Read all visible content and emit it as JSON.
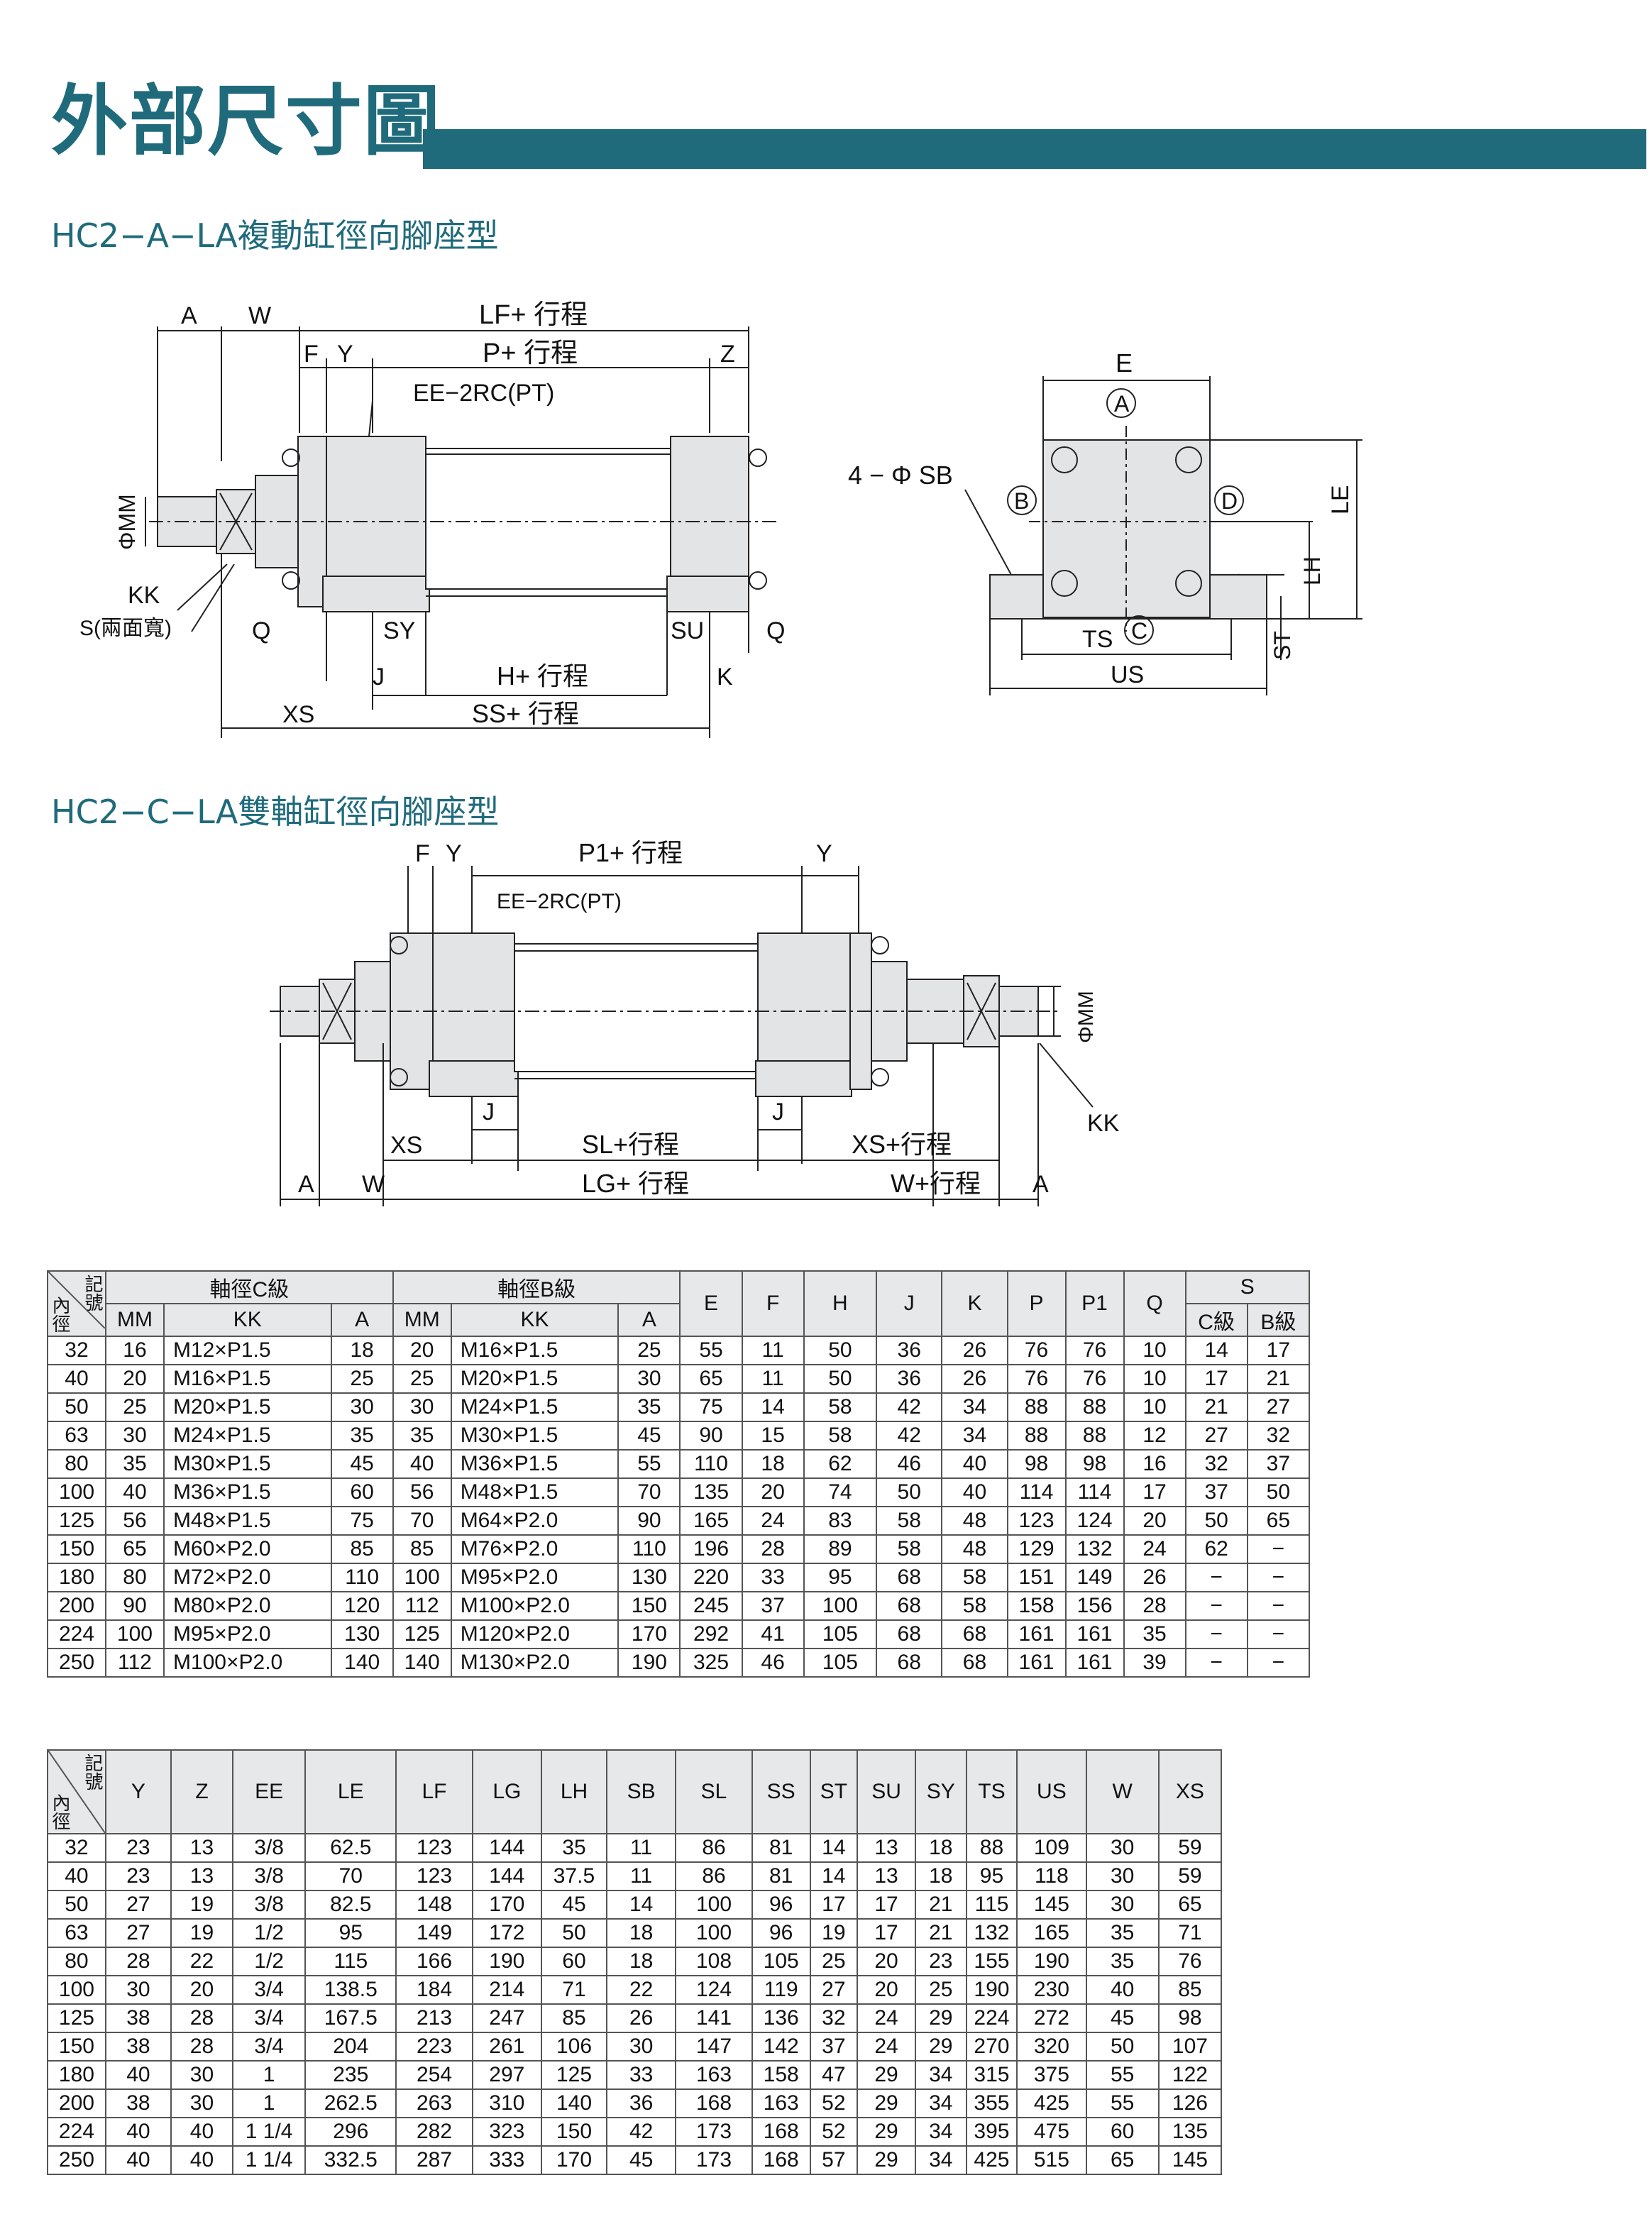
{
  "page_title": "外部尺寸圖",
  "section1_title": "HC2−A−LA複動缸徑向腳座型",
  "section2_title": "HC2−C−LA雙軸缸徑向腳座型",
  "diagram1": {
    "labels": {
      "A": "A",
      "W": "W",
      "LF": "LF+ 行程",
      "F": "F",
      "Y": "Y",
      "P": "P+ 行程",
      "Z": "Z",
      "EE": "EE−2RC(PT)",
      "MM": "ΦMM",
      "KK": "KK",
      "S": "S(兩面寬)",
      "Q1": "Q",
      "SY": "SY",
      "SU": "SU",
      "Q2": "Q",
      "J": "J",
      "H": "H+ 行程",
      "K": "K",
      "XS": "XS",
      "SS": "SS+ 行程"
    }
  },
  "diagram2": {
    "labels": {
      "E": "E",
      "cA": "A",
      "cB": "B",
      "cC": "C",
      "cD": "D",
      "SB": "4 − Φ SB",
      "LE": "LE",
      "LH": "LH",
      "ST": "ST",
      "TS": "TS",
      "US": "US"
    }
  },
  "diagram3": {
    "labels": {
      "F": "F",
      "Y1": "Y",
      "P1": "P1+ 行程",
      "Y2": "Y",
      "EE": "EE−2RC(PT)",
      "MM": "ΦMM",
      "KK": "KK",
      "J1": "J",
      "J2": "J",
      "XS1": "XS",
      "SL": "SL+行程",
      "XS2": "XS+行程",
      "A1": "A",
      "W1": "W",
      "LG": "LG+ 行程",
      "W2": "W+行程",
      "A2": "A"
    }
  },
  "table1": {
    "corner_top": "記號",
    "corner_bottom": "內徑",
    "group_c": "軸徑C級",
    "group_b": "軸徑B級",
    "cols_c": [
      "MM",
      "KK",
      "A"
    ],
    "cols_b": [
      "MM",
      "KK",
      "A"
    ],
    "cols_single": [
      "E",
      "F",
      "H",
      "J",
      "K",
      "P",
      "P1",
      "Q"
    ],
    "group_s": "S",
    "cols_s": [
      "C級",
      "B級"
    ],
    "rows": [
      [
        "32",
        "16",
        "M12×P1.5",
        "18",
        "20",
        "M16×P1.5",
        "25",
        "55",
        "11",
        "50",
        "36",
        "26",
        "76",
        "76",
        "10",
        "14",
        "17"
      ],
      [
        "40",
        "20",
        "M16×P1.5",
        "25",
        "25",
        "M20×P1.5",
        "30",
        "65",
        "11",
        "50",
        "36",
        "26",
        "76",
        "76",
        "10",
        "17",
        "21"
      ],
      [
        "50",
        "25",
        "M20×P1.5",
        "30",
        "30",
        "M24×P1.5",
        "35",
        "75",
        "14",
        "58",
        "42",
        "34",
        "88",
        "88",
        "10",
        "21",
        "27"
      ],
      [
        "63",
        "30",
        "M24×P1.5",
        "35",
        "35",
        "M30×P1.5",
        "45",
        "90",
        "15",
        "58",
        "42",
        "34",
        "88",
        "88",
        "12",
        "27",
        "32"
      ],
      [
        "80",
        "35",
        "M30×P1.5",
        "45",
        "40",
        "M36×P1.5",
        "55",
        "110",
        "18",
        "62",
        "46",
        "40",
        "98",
        "98",
        "16",
        "32",
        "37"
      ],
      [
        "100",
        "40",
        "M36×P1.5",
        "60",
        "56",
        "M48×P1.5",
        "70",
        "135",
        "20",
        "74",
        "50",
        "40",
        "114",
        "114",
        "17",
        "37",
        "50"
      ],
      [
        "125",
        "56",
        "M48×P1.5",
        "75",
        "70",
        "M64×P2.0",
        "90",
        "165",
        "24",
        "83",
        "58",
        "48",
        "123",
        "124",
        "20",
        "50",
        "65"
      ],
      [
        "150",
        "65",
        "M60×P2.0",
        "85",
        "85",
        "M76×P2.0",
        "110",
        "196",
        "28",
        "89",
        "58",
        "48",
        "129",
        "132",
        "24",
        "62",
        "−"
      ],
      [
        "180",
        "80",
        "M72×P2.0",
        "110",
        "100",
        "M95×P2.0",
        "130",
        "220",
        "33",
        "95",
        "68",
        "58",
        "151",
        "149",
        "26",
        "−",
        "−"
      ],
      [
        "200",
        "90",
        "M80×P2.0",
        "120",
        "112",
        "M100×P2.0",
        "150",
        "245",
        "37",
        "100",
        "68",
        "58",
        "158",
        "156",
        "28",
        "−",
        "−"
      ],
      [
        "224",
        "100",
        "M95×P2.0",
        "130",
        "125",
        "M120×P2.0",
        "170",
        "292",
        "41",
        "105",
        "68",
        "68",
        "161",
        "161",
        "35",
        "−",
        "−"
      ],
      [
        "250",
        "112",
        "M100×P2.0",
        "140",
        "140",
        "M130×P2.0",
        "190",
        "325",
        "46",
        "105",
        "68",
        "68",
        "161",
        "161",
        "39",
        "−",
        "−"
      ]
    ]
  },
  "table2": {
    "corner_top": "記號",
    "corner_bottom": "內徑",
    "cols": [
      "Y",
      "Z",
      "EE",
      "LE",
      "LF",
      "LG",
      "LH",
      "SB",
      "SL",
      "SS",
      "ST",
      "SU",
      "SY",
      "TS",
      "US",
      "W",
      "XS"
    ],
    "rows": [
      [
        "32",
        "23",
        "13",
        "3/8",
        "62.5",
        "123",
        "144",
        "35",
        "11",
        "86",
        "81",
        "14",
        "13",
        "18",
        "88",
        "109",
        "30",
        "59"
      ],
      [
        "40",
        "23",
        "13",
        "3/8",
        "70",
        "123",
        "144",
        "37.5",
        "11",
        "86",
        "81",
        "14",
        "13",
        "18",
        "95",
        "118",
        "30",
        "59"
      ],
      [
        "50",
        "27",
        "19",
        "3/8",
        "82.5",
        "148",
        "170",
        "45",
        "14",
        "100",
        "96",
        "17",
        "17",
        "21",
        "115",
        "145",
        "30",
        "65"
      ],
      [
        "63",
        "27",
        "19",
        "1/2",
        "95",
        "149",
        "172",
        "50",
        "18",
        "100",
        "96",
        "19",
        "17",
        "21",
        "132",
        "165",
        "35",
        "71"
      ],
      [
        "80",
        "28",
        "22",
        "1/2",
        "115",
        "166",
        "190",
        "60",
        "18",
        "108",
        "105",
        "25",
        "20",
        "23",
        "155",
        "190",
        "35",
        "76"
      ],
      [
        "100",
        "30",
        "20",
        "3/4",
        "138.5",
        "184",
        "214",
        "71",
        "22",
        "124",
        "119",
        "27",
        "20",
        "25",
        "190",
        "230",
        "40",
        "85"
      ],
      [
        "125",
        "38",
        "28",
        "3/4",
        "167.5",
        "213",
        "247",
        "85",
        "26",
        "141",
        "136",
        "32",
        "24",
        "29",
        "224",
        "272",
        "45",
        "98"
      ],
      [
        "150",
        "38",
        "28",
        "3/4",
        "204",
        "223",
        "261",
        "106",
        "30",
        "147",
        "142",
        "37",
        "24",
        "29",
        "270",
        "320",
        "50",
        "107"
      ],
      [
        "180",
        "40",
        "30",
        "1",
        "235",
        "254",
        "297",
        "125",
        "33",
        "163",
        "158",
        "47",
        "29",
        "34",
        "315",
        "375",
        "55",
        "122"
      ],
      [
        "200",
        "38",
        "30",
        "1",
        "262.5",
        "263",
        "310",
        "140",
        "36",
        "168",
        "163",
        "52",
        "29",
        "34",
        "355",
        "425",
        "55",
        "126"
      ],
      [
        "224",
        "40",
        "40",
        "1 1/4",
        "296",
        "282",
        "323",
        "150",
        "42",
        "173",
        "168",
        "52",
        "29",
        "34",
        "395",
        "475",
        "60",
        "135"
      ],
      [
        "250",
        "40",
        "40",
        "1 1/4",
        "332.5",
        "287",
        "333",
        "170",
        "45",
        "173",
        "168",
        "57",
        "29",
        "34",
        "425",
        "515",
        "65",
        "145"
      ]
    ]
  }
}
